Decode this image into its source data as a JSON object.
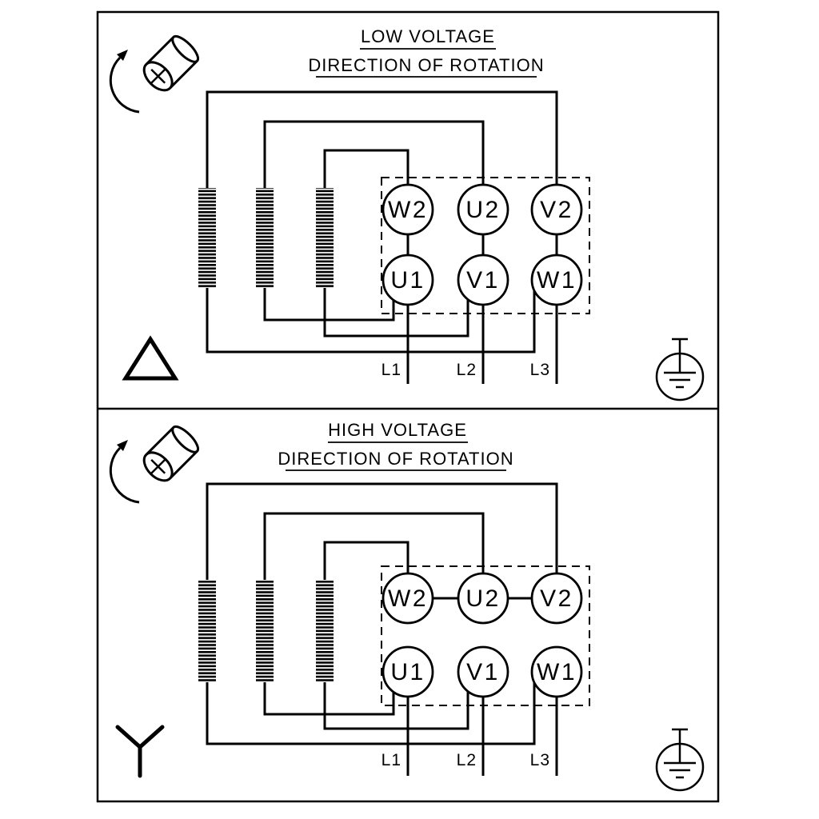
{
  "colors": {
    "ink": "#000000",
    "paper": "#ffffff"
  },
  "panels": [
    {
      "id": "low-voltage",
      "title": "LOW VOLTAGE",
      "subtitle": "DIRECTION OF ROTATION",
      "connection": "delta",
      "terminals": {
        "top": [
          "W2",
          "U2",
          "V2"
        ],
        "bottom": [
          "U1",
          "V1",
          "W1"
        ]
      },
      "supply_lines": [
        "L1",
        "L2",
        "L3"
      ],
      "icons": [
        "shaft-rotation-icon",
        "delta-symbol-icon",
        "earth-ground-icon"
      ]
    },
    {
      "id": "high-voltage",
      "title": "HIGH VOLTAGE",
      "subtitle": "DIRECTION OF ROTATION",
      "connection": "star",
      "terminals": {
        "top": [
          "W2",
          "U2",
          "V2"
        ],
        "bottom": [
          "U1",
          "V1",
          "W1"
        ]
      },
      "supply_lines": [
        "L1",
        "L2",
        "L3"
      ],
      "icons": [
        "shaft-rotation-icon",
        "star-symbol-icon",
        "earth-ground-icon"
      ]
    }
  ]
}
